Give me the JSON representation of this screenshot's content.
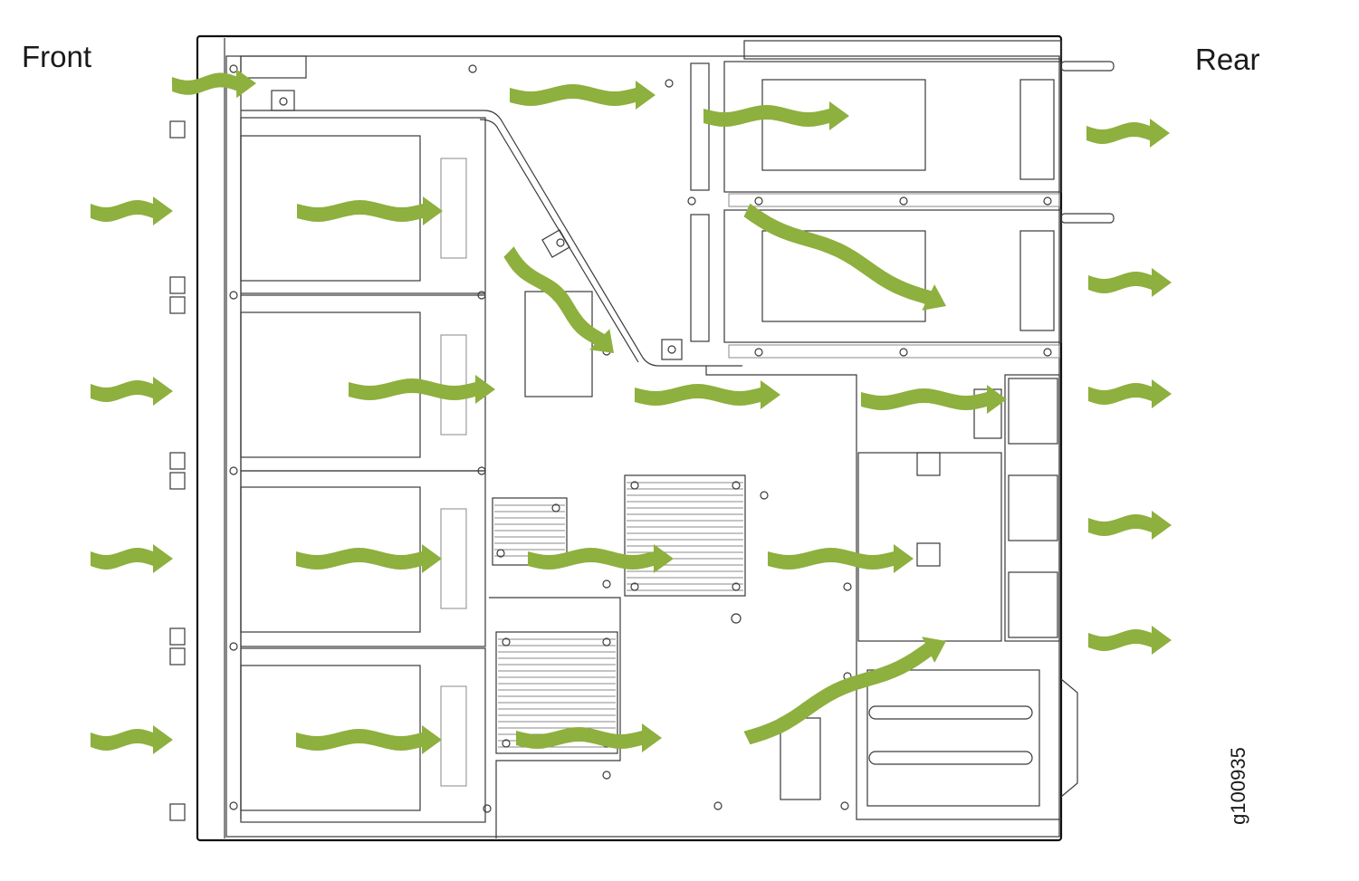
{
  "labels": {
    "front": "Front",
    "rear": "Rear",
    "figure_id": "g100935"
  },
  "colors": {
    "airflow_arrow": "#8DB03E",
    "line": "#3a3a3a"
  },
  "airflow": {
    "direction": "front-to-rear",
    "arrow_count": 24
  }
}
